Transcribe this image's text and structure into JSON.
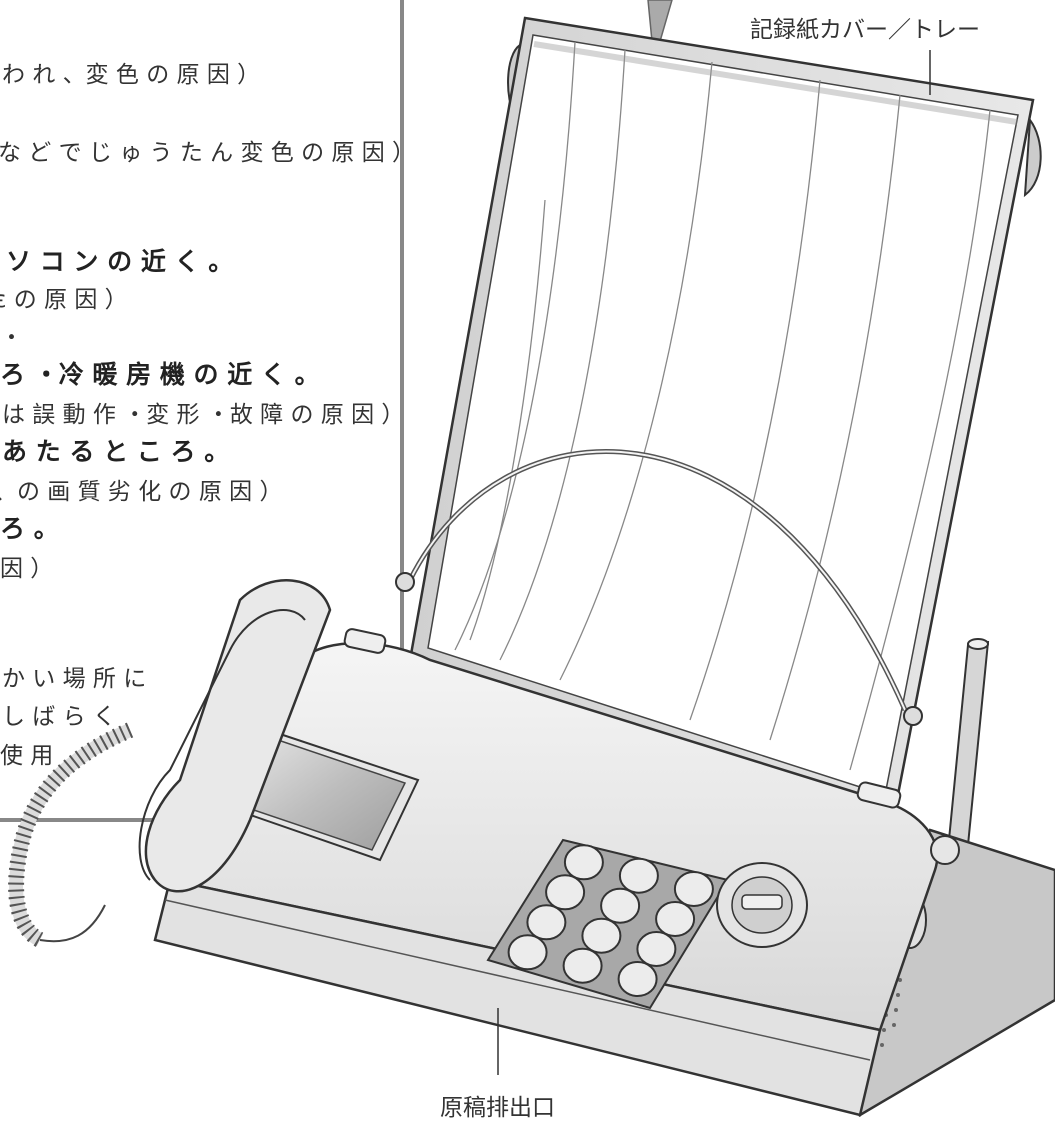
{
  "labels": {
    "paper_cover_tray": "記録紙カバー／トレー",
    "document_exit": "原稿排出口"
  },
  "left_text": {
    "lines": [
      {
        "text": "わ れ 、変 色 の 原 因 ）",
        "style": "reg"
      },
      {
        "text": "な ど で じ ゅ う た ん 変 色 の 原 因 ）",
        "style": "reg"
      },
      {
        "text": "ソ コ ン の 近 く 。",
        "style": "bold"
      },
      {
        "text": "ε の 原 因 ）",
        "style": "reg"
      },
      {
        "text": "・",
        "style": "reg"
      },
      {
        "text": "ろ ・冷 暖 房 機 の 近 く 。",
        "style": "bold"
      },
      {
        "text": "は 誤 動 作 ・変 形 ・故 障 の 原 因 ）",
        "style": "reg"
      },
      {
        "text": "あ た る と こ ろ 。",
        "style": "bold"
      },
      {
        "text": "、の 画 質 劣 化 の 原 因 ）",
        "style": "reg"
      },
      {
        "text": "ろ 。",
        "style": "bold"
      },
      {
        "text": "因 ）",
        "style": "reg"
      },
      {
        "text": "か い 場 所 に",
        "style": "reg"
      },
      {
        "text": "し ば ら く",
        "style": "reg"
      },
      {
        "text": "使 用",
        "style": "reg"
      }
    ]
  },
  "colors": {
    "panel_border": "#888888",
    "device_body": "#e8e8e8",
    "device_shade": "#cfcfcf",
    "line": "#333333",
    "display": "#bdbdbd",
    "keypad_panel": "#a8a8a8",
    "key": "#ececec"
  },
  "keypad": {
    "rows": 4,
    "cols": 3
  }
}
